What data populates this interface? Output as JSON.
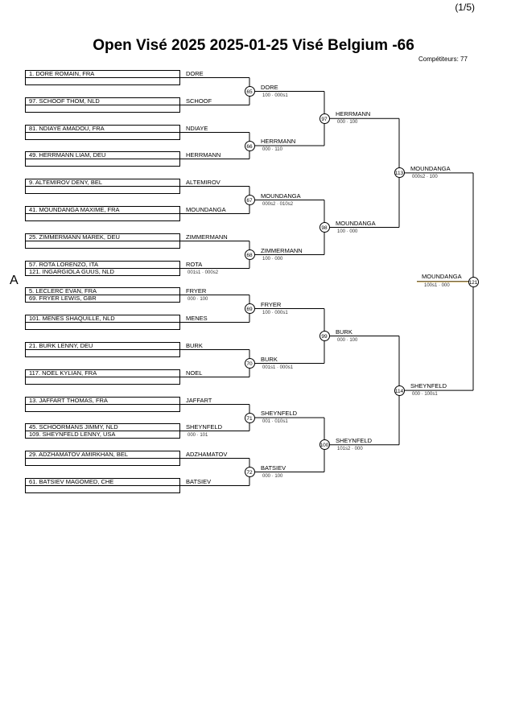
{
  "header": {
    "page_num": "(1/5)",
    "title": "Open Visé 2025  2025-01-25  Visé Belgium   -66",
    "competitors": "Compétiteurs: 77",
    "pool": "A"
  },
  "entries": [
    [
      "1. DORE ROMAIN, FRA",
      ""
    ],
    [
      "97. SCHOOF THOM, NLD",
      ""
    ],
    [
      "81. NDIAYE AMADOU, FRA",
      ""
    ],
    [
      "49. HERRMANN LIAM, DEU",
      ""
    ],
    [
      "9. ALTEMIROV DENY, BEL",
      ""
    ],
    [
      "41. MOUNDANGA MAXIME, FRA",
      ""
    ],
    [
      "25. ZIMMERMANN MAREK, DEU",
      ""
    ],
    [
      "57. ROTA LORENZO, ITA",
      "121. INGARGIOLA GUUS, NLD"
    ],
    [
      "5. LECLERC EVAN, FRA",
      "69. FRYER LEWIS, GBR"
    ],
    [
      "101. MENES SHAQUILLE, NLD",
      ""
    ],
    [
      "21. BURK LENNY, DEU",
      ""
    ],
    [
      "117. NOEL KYLIAN, FRA",
      ""
    ],
    [
      "13. JAFFART THOMAS, FRA",
      ""
    ],
    [
      "45. SCHOORMANS JIMMY, NLD",
      "109. SHEYNFELD LENNY, USA"
    ],
    [
      "29. ADZHAMATOV AMIRKHAN, BEL",
      ""
    ],
    [
      "61. BATSIEV MAGOMED, CHE",
      ""
    ]
  ],
  "round1": [
    {
      "name": "DORE",
      "score": ""
    },
    {
      "name": "SCHOOF",
      "score": ""
    },
    {
      "name": "NDIAYE",
      "score": ""
    },
    {
      "name": "HERRMANN",
      "score": ""
    },
    {
      "name": "ALTEMIROV",
      "score": ""
    },
    {
      "name": "MOUNDANGA",
      "score": ""
    },
    {
      "name": "ZIMMERMANN",
      "score": ""
    },
    {
      "name": "ROTA",
      "score": "001s1 · 000s2"
    },
    {
      "name": "FRYER",
      "score": "000 · 100"
    },
    {
      "name": "MENES",
      "score": ""
    },
    {
      "name": "BURK",
      "score": ""
    },
    {
      "name": "NOEL",
      "score": ""
    },
    {
      "name": "JAFFART",
      "score": ""
    },
    {
      "name": "SHEYNFELD",
      "score": "000 · 101"
    },
    {
      "name": "ADZHAMATOV",
      "score": ""
    },
    {
      "name": "BATSIEV",
      "score": ""
    }
  ],
  "round2": [
    {
      "match": "65",
      "name": "DORE",
      "score": "100 · 000s1"
    },
    {
      "match": "66",
      "name": "HERRMANN",
      "score": "000 · 110"
    },
    {
      "match": "67",
      "name": "MOUNDANGA",
      "score": "000s2 · 010s2"
    },
    {
      "match": "68",
      "name": "ZIMMERMANN",
      "score": "100 · 000"
    },
    {
      "match": "69",
      "name": "FRYER",
      "score": "100 · 000s1"
    },
    {
      "match": "70",
      "name": "BURK",
      "score": "001s1 · 000s1"
    },
    {
      "match": "71",
      "name": "SHEYNFELD",
      "score": "001 · 010s1"
    },
    {
      "match": "72",
      "name": "BATSIEV",
      "score": "000 · 100"
    }
  ],
  "round3": [
    {
      "match": "97",
      "name": "HERRMANN",
      "score": "000 · 100"
    },
    {
      "match": "98",
      "name": "MOUNDANGA",
      "score": "100 · 000"
    },
    {
      "match": "99",
      "name": "BURK",
      "score": "000 · 100"
    },
    {
      "match": "100",
      "name": "SHEYNFELD",
      "score": "101s2 · 000"
    }
  ],
  "round4": [
    {
      "match": "113",
      "name": "MOUNDANGA",
      "score": "000s2 · 100"
    },
    {
      "match": "114",
      "name": "SHEYNFELD",
      "score": "000 · 100s1"
    }
  ],
  "final": {
    "match": "121",
    "name": "MOUNDANGA",
    "score": "100s1 · 000"
  }
}
